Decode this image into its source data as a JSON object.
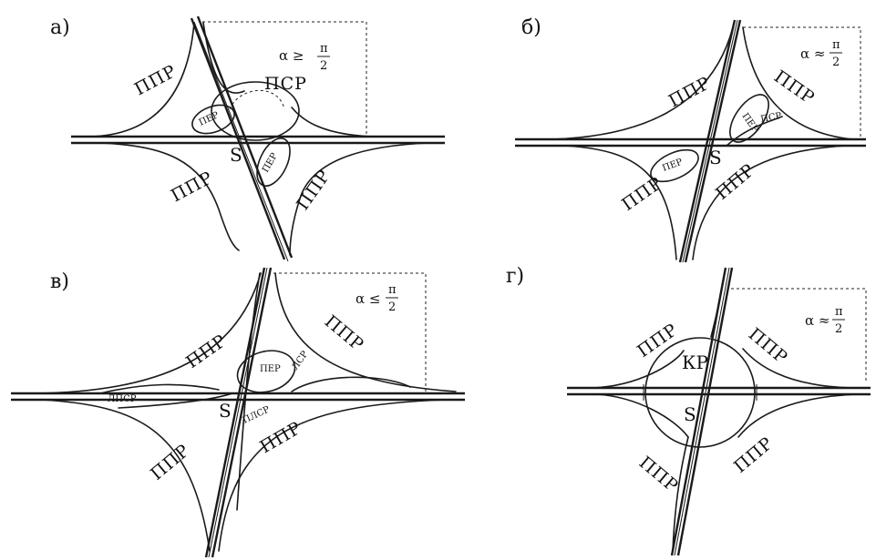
{
  "panels": {
    "a": {
      "label": "а)",
      "angle_prefix": "α ≥",
      "frac_num": "π",
      "frac_den": "2",
      "ppr": "ППР",
      "psr": "ПСР",
      "per": "ПЕР",
      "s": "S"
    },
    "b": {
      "label": "б)",
      "angle_prefix": "α ≈",
      "frac_num": "π",
      "frac_den": "2",
      "ppr": "ППР",
      "psr": "ПСР",
      "per": "ПЕР",
      "s": "S"
    },
    "v": {
      "label": "в)",
      "angle_prefix": "α ≤",
      "frac_num": "π",
      "frac_den": "2",
      "ppr": "ППР",
      "lsr": "ЛСР",
      "lpsr": "ЛПСР",
      "plsr": "ПЛСР",
      "per": "ПЕР",
      "s": "S"
    },
    "g": {
      "label": "г)",
      "angle_prefix": "α ≈",
      "frac_num": "π",
      "frac_den": "2",
      "ppr": "ППР",
      "kr": "КР",
      "s": "S"
    }
  }
}
